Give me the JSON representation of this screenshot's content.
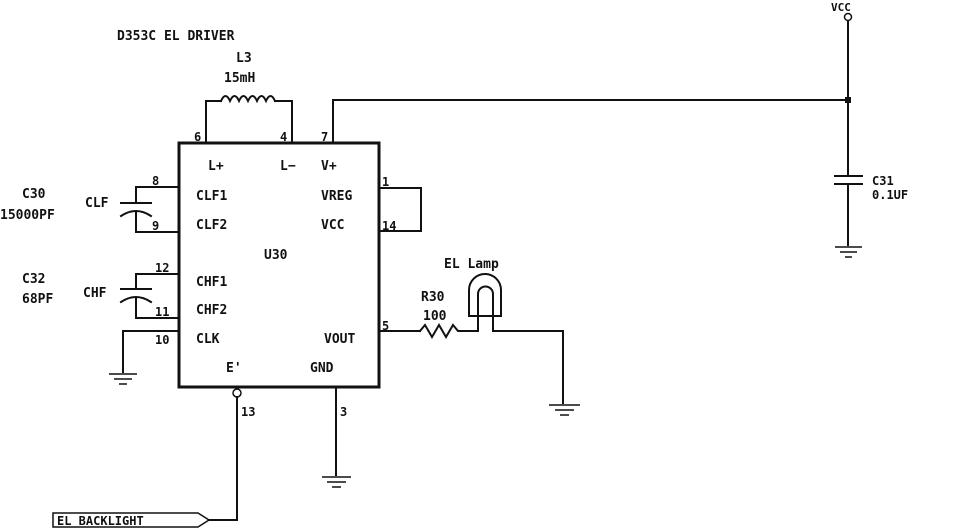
{
  "title": "D353C EL DRIVER",
  "ic": {
    "ref": "U30",
    "pins_top": [
      {
        "num": "6",
        "label": "L+"
      },
      {
        "num": "4",
        "label": "L−"
      },
      {
        "num": "7",
        "label": "V+"
      }
    ],
    "pins_left": [
      {
        "num": "8",
        "label": "CLF1"
      },
      {
        "num": "9",
        "label": "CLF2"
      },
      {
        "num": "12",
        "label": "CHF1"
      },
      {
        "num": "11",
        "label": "CHF2"
      },
      {
        "num": "10",
        "label": "CLK"
      }
    ],
    "pins_right": [
      {
        "num": "1",
        "label": "VREG"
      },
      {
        "num": "14",
        "label": "VCC"
      },
      {
        "num": "5",
        "label": "VOUT"
      }
    ],
    "pins_bottom": [
      {
        "num": "13",
        "label": "E'"
      },
      {
        "num": "3",
        "label": "GND"
      }
    ]
  },
  "inductor": {
    "ref": "L3",
    "value": "15mH"
  },
  "caps": [
    {
      "ref": "C30",
      "value": "15000PF",
      "net": "CLF"
    },
    {
      "ref": "C32",
      "value": "68PF",
      "net": "CHF"
    },
    {
      "ref": "C31",
      "value": "0.1UF"
    }
  ],
  "resistor": {
    "ref": "R30",
    "value": "100"
  },
  "lamp": {
    "label": "EL Lamp"
  },
  "power": {
    "label": "VCC"
  },
  "net_label": {
    "text": "EL BACKLIGHT"
  }
}
